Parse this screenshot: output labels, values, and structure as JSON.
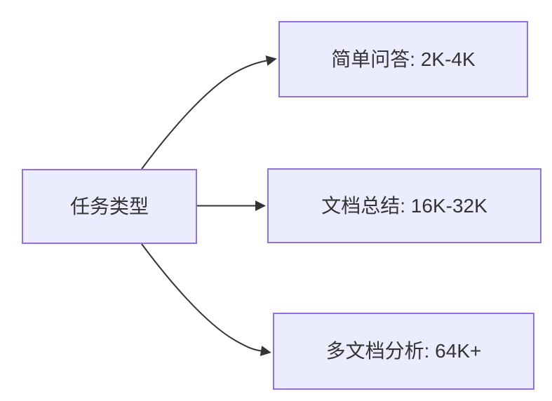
{
  "diagram": {
    "type": "flowchart",
    "root": {
      "id": "task-type",
      "label": "任务类型"
    },
    "branches": [
      {
        "id": "simple-qa",
        "label": "简单问答: 2K-4K"
      },
      {
        "id": "doc-summary",
        "label": "文档总结: 16K-32K"
      },
      {
        "id": "multi-doc",
        "label": "多文档分析: 64K+"
      }
    ],
    "edges": [
      {
        "from": "task-type",
        "to": "simple-qa"
      },
      {
        "from": "task-type",
        "to": "doc-summary"
      },
      {
        "from": "task-type",
        "to": "multi-doc"
      }
    ],
    "colors": {
      "node_fill": "#ECECFF",
      "node_border": "#9370DB",
      "edge_line": "#333333",
      "text": "#333333",
      "background": "#FFFFFF"
    }
  }
}
